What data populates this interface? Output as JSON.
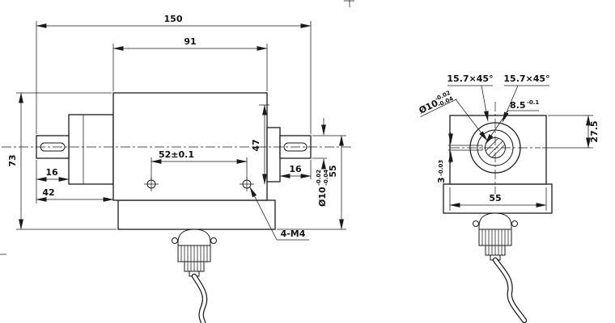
{
  "drawing": {
    "background": "#ffffff",
    "line_color": "#1a1a1a"
  },
  "left_view": {
    "dims": {
      "overall_length": "150",
      "body_length": "91",
      "hole_spacing": "52±0.1",
      "height_47": "47",
      "height_55": "55",
      "height_73": "73",
      "shaft_length_left": "16",
      "flange_length": "42",
      "shaft_length_right": "16",
      "shaft_diameter": "Ø10",
      "shaft_diameter_tol_upper": "-0.02",
      "shaft_diameter_tol_lower": "-0.04",
      "mounting_holes": "4-M4"
    }
  },
  "right_view": {
    "dims": {
      "chamfer_left": "15.7×45°",
      "chamfer_right": "15.7×45°",
      "shaft_diameter": "Ø10",
      "shaft_diameter_tol_upper": "-0.02",
      "shaft_diameter_tol_lower": "-0.04",
      "keyway_height": "8.5",
      "keyway_height_tol": "-0.1",
      "center_height": "27.5",
      "keyway_width": "3",
      "keyway_width_tol": "-0.03",
      "body_width": "55"
    }
  }
}
